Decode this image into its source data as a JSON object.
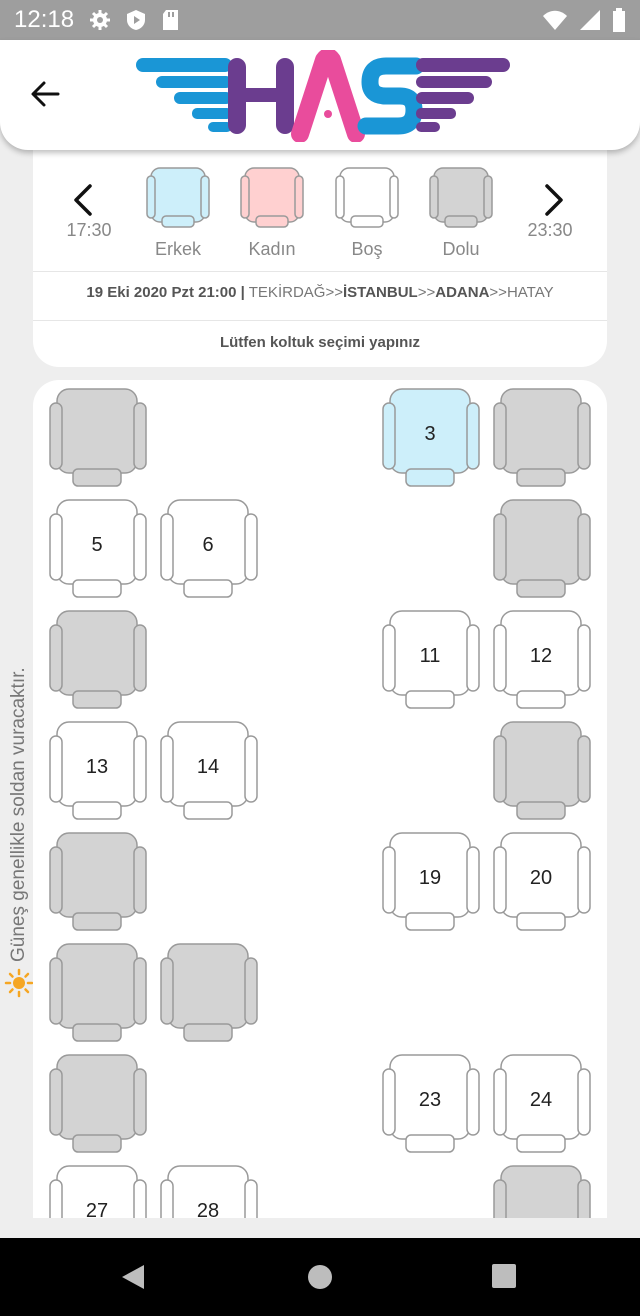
{
  "status": {
    "time": "12:18"
  },
  "header": {
    "back_icon": "arrow-left-icon",
    "logo_text": "HAS"
  },
  "legend": {
    "prev_time": "17:30",
    "next_time": "23:30",
    "items": [
      {
        "label": "Erkek",
        "color": "#cdeffa"
      },
      {
        "label": "Kadın",
        "color": "#ffd0d0"
      },
      {
        "label": "Boş",
        "color": "#ffffff"
      },
      {
        "label": "Dolu",
        "color": "#d3d3d3"
      }
    ]
  },
  "trip": {
    "datetime": "19 Eki 2020 Pzt 21:00",
    "sep": "|",
    "stop1": "TEKİRDAĞ",
    "stop2": "İSTANBUL",
    "stop3": "ADANA",
    "stop4": "HATAY",
    "arrow": ">>"
  },
  "hint": "Lütfen koltuk seçimi yapınız",
  "sun_note": "Güneş genellikle soldan vuracaktır.",
  "colors": {
    "male": "#cdeffa",
    "female": "#ffd0d0",
    "empty": "#ffffff",
    "taken": "#d3d3d3",
    "border": "#9a9a9a"
  },
  "seats": [
    {
      "label": "",
      "state": "taken"
    },
    {
      "label": "3",
      "state": "male"
    },
    {
      "label": "",
      "state": "taken"
    },
    {
      "label": "5",
      "state": "empty"
    },
    {
      "label": "6",
      "state": "empty"
    },
    {
      "label": "",
      "state": "taken"
    },
    {
      "label": "",
      "state": "taken"
    },
    {
      "label": "11",
      "state": "empty"
    },
    {
      "label": "12",
      "state": "empty"
    },
    {
      "label": "13",
      "state": "empty"
    },
    {
      "label": "14",
      "state": "empty"
    },
    {
      "label": "",
      "state": "taken"
    },
    {
      "label": "",
      "state": "taken"
    },
    {
      "label": "19",
      "state": "empty"
    },
    {
      "label": "20",
      "state": "empty"
    },
    {
      "label": "",
      "state": "taken"
    },
    {
      "label": "",
      "state": "taken"
    },
    {
      "label": "",
      "state": "taken"
    },
    {
      "label": "23",
      "state": "empty"
    },
    {
      "label": "24",
      "state": "empty"
    },
    {
      "label": "27",
      "state": "empty"
    },
    {
      "label": "28",
      "state": "empty"
    },
    {
      "label": "",
      "state": "taken"
    }
  ]
}
